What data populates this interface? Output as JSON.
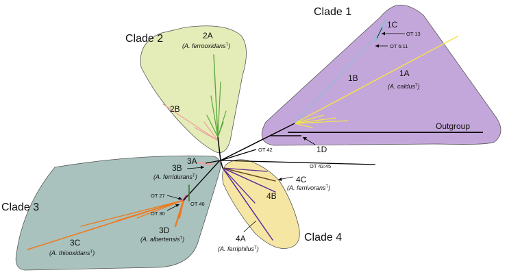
{
  "colors": {
    "clade1_fill": "#c4a7da",
    "clade2_fill": "#e4ecb8",
    "clade3_fill": "#a9c2bd",
    "clade4_fill": "#f6e6a4",
    "acaldus_yellow": "#f2e24a",
    "clade1b_blue": "#9cb6d8",
    "clade2a_green": "#5aa83a",
    "clade2b_pink": "#f0a0a0",
    "clade3c_orange": "#ee7a1e",
    "clade3_magenta": "#d63aa0",
    "clade4a_purple": "#5a2a9a",
    "clade4c_brown": "#6a4a20",
    "backbone": "#000000",
    "ot46_green": "#3a7a2a"
  },
  "clades": {
    "clade1": {
      "title": "Clade 1",
      "sub_1a": "1A",
      "sub_1a_species": "(A. caldus",
      "sub_1b": "1B",
      "sub_1c": "1C",
      "sub_1d": "1D",
      "outgroup": "Outgroup"
    },
    "clade2": {
      "title": "Clade 2",
      "sub_2a": "2A",
      "sub_2a_species": "(A. ferrooxidans",
      "sub_2b": "2B"
    },
    "clade3": {
      "title": "Clade 3",
      "sub_3a": "3A",
      "sub_3b": "3B",
      "sub_3b_species": "(A. ferridurans",
      "sub_3c": "3C",
      "sub_3c_species": "(A. thiooxidans",
      "sub_3d": "3D",
      "sub_3d_species": "(A. albertensis"
    },
    "clade4": {
      "title": "Clade 4",
      "sub_4a": "4A",
      "sub_4a_species": "(A. ferriphilus",
      "sub_4b": "4B",
      "sub_4c": "4C",
      "sub_4c_species": "(A. ferrivorans"
    }
  },
  "type_strain_mark": "T",
  "species_close": ")",
  "ot_labels": {
    "ot13": "OT 13",
    "ot611": "OT 6:11",
    "ot42": "OT 42",
    "ot4345": "OT 43:45",
    "ot27": "OT 27",
    "ot30": "OT 30",
    "ot46": "OT 46"
  }
}
